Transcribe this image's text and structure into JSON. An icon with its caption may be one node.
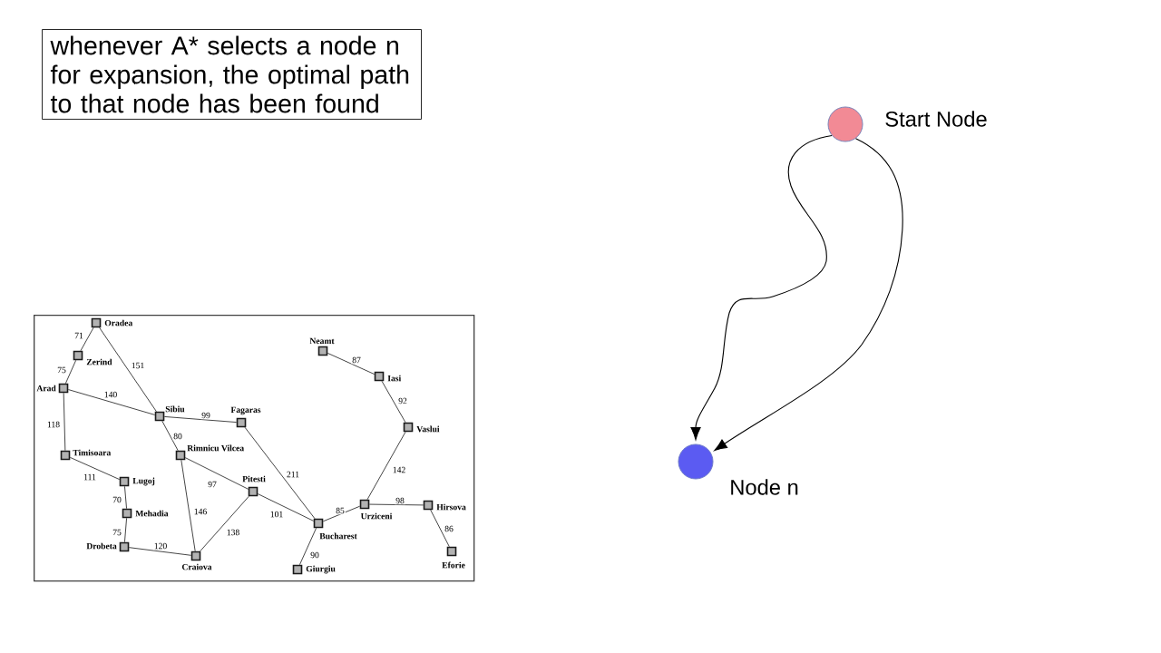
{
  "diagram": {
    "nodes": [
      {
        "text": [
          "whenever A* selects a node n for expansion, the optimal path to that node has been found"
        ]
      },
      {
        "text": [],
        "shape": "box"
      },
      {
        "text": [],
        "shape": "box",
        "in": 1,
        "beside": [
          "Oradea"
        ]
      },
      {
        "text": [],
        "shape": "box",
        "in": 1,
        "beside": [
          "Neamt"
        ]
      },
      {
        "text": [],
        "shape": "box",
        "in": 1,
        "beside": [
          "Zerind"
        ]
      },
      {
        "text": [],
        "shape": "box",
        "in": 1,
        "beside": [
          "Iasi"
        ]
      },
      {
        "text": [],
        "shape": "box",
        "in": 1,
        "beside": [
          "Arad"
        ]
      },
      {
        "text": [],
        "shape": "box",
        "in": 1,
        "beside": [
          "Sibiu"
        ]
      },
      {
        "text": [],
        "shape": "box",
        "in": 1,
        "beside": [
          "Fagaras"
        ]
      },
      {
        "text": [],
        "shape": "box",
        "in": 1,
        "beside": [
          "Vaslui"
        ]
      },
      {
        "text": [],
        "shape": "box",
        "in": 1,
        "beside": [
          "Timisoara"
        ]
      },
      {
        "text": [],
        "shape": "box",
        "in": 1,
        "beside": [
          "Rimnicu Vilcea"
        ]
      },
      {
        "text": [],
        "shape": "box",
        "in": 1,
        "beside": [
          "Lugoj"
        ]
      },
      {
        "text": [],
        "shape": "box",
        "in": 1,
        "beside": [
          "Pitesti"
        ]
      },
      {
        "text": [],
        "shape": "box",
        "in": 1,
        "beside": [
          "Urziceni"
        ]
      },
      {
        "text": [],
        "shape": "box",
        "in": 1,
        "beside": [
          "Hirsova"
        ]
      },
      {
        "text": [],
        "shape": "box",
        "in": 1,
        "beside": [
          "Mehadia"
        ]
      },
      {
        "text": [],
        "shape": "box",
        "in": 1,
        "beside": [
          "Bucharest"
        ]
      },
      {
        "text": [],
        "shape": "box",
        "in": 1,
        "beside": [
          "Drobeta"
        ]
      },
      {
        "text": [],
        "shape": "box",
        "in": 1,
        "beside": [
          "Eforie"
        ]
      },
      {
        "text": [],
        "shape": "box",
        "in": 1,
        "beside": [
          "Craiova"
        ]
      },
      {
        "text": [],
        "shape": "box",
        "in": 1,
        "beside": [
          "Giurgiu"
        ]
      },
      {
        "text": [],
        "shape": "circle",
        "beside": [
          "Start Node"
        ]
      },
      {
        "text": [],
        "shape": "circle",
        "beside": [
          "Node n"
        ]
      }
    ],
    "edges": [
      {
        "from": 2,
        "to": 4,
        "arrow": "none",
        "label": "71"
      },
      {
        "from": 2,
        "to": 7,
        "arrow": "none",
        "label": "151"
      },
      {
        "from": 4,
        "to": 6,
        "arrow": "none",
        "label": "75"
      },
      {
        "from": 6,
        "to": 7,
        "arrow": "none",
        "label": "140"
      },
      {
        "from": 6,
        "to": 10,
        "arrow": "none",
        "label": "118"
      },
      {
        "from": 3,
        "to": 5,
        "arrow": "none",
        "label": "87"
      },
      {
        "from": 5,
        "to": 9,
        "arrow": "none",
        "label": "92"
      },
      {
        "from": 7,
        "to": 8,
        "arrow": "none",
        "label": "99"
      },
      {
        "from": 7,
        "to": 11,
        "arrow": "none",
        "label": "80"
      },
      {
        "from": 8,
        "to": 17,
        "arrow": "none",
        "label": "211"
      },
      {
        "from": 10,
        "to": 12,
        "arrow": "none",
        "label": "111"
      },
      {
        "from": 11,
        "to": 13,
        "arrow": "none",
        "label": "97"
      },
      {
        "from": 11,
        "to": 20,
        "arrow": "none",
        "label": "146"
      },
      {
        "from": 12,
        "to": 16,
        "arrow": "none",
        "label": "70"
      },
      {
        "from": 13,
        "to": 20,
        "arrow": "none",
        "label": "138"
      },
      {
        "from": 13,
        "to": 17,
        "arrow": "none",
        "label": "101"
      },
      {
        "from": 9,
        "to": 14,
        "arrow": "none",
        "label": "142"
      },
      {
        "from": 17,
        "to": 14,
        "arrow": "none",
        "label": "85"
      },
      {
        "from": 14,
        "to": 15,
        "arrow": "none",
        "label": "98"
      },
      {
        "from": 15,
        "to": 19,
        "arrow": "none",
        "label": "86"
      },
      {
        "from": 16,
        "to": 18,
        "arrow": "none",
        "label": "75"
      },
      {
        "from": 18,
        "to": 20,
        "arrow": "none",
        "label": "120"
      },
      {
        "from": 17,
        "to": 21,
        "arrow": "none",
        "label": "90"
      },
      {
        "from": 22,
        "to": 23,
        "arrow": "to"
      },
      {
        "from": 22,
        "to": 23,
        "arrow": "to"
      }
    ]
  }
}
